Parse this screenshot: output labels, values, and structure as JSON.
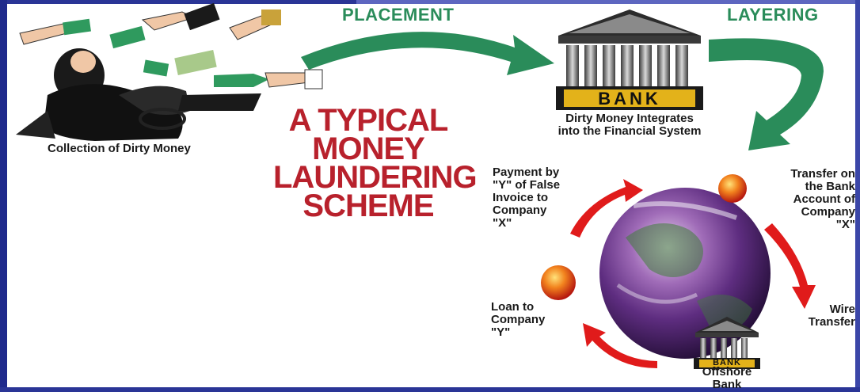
{
  "title_lines": [
    "A TYPICAL",
    "MONEY",
    "LAUNDERING",
    "SCHEME"
  ],
  "steps": {
    "placement": "PLACEMENT",
    "layering": "LAYERING"
  },
  "labels": {
    "collection": "Collection of Dirty Money",
    "integrates_1": "Dirty Money Integrates",
    "integrates_2": "into the Financial System",
    "bank_sign": "BANK",
    "offshore_sign": "BANK",
    "offshore_1": "Offshore",
    "offshore_2": "Bank",
    "transfer": [
      "Transfer on",
      "the Bank",
      "Account of",
      "Company",
      "\"X\""
    ],
    "wire": [
      "Wire",
      "Transfer"
    ],
    "loan": [
      "Loan to",
      "Company",
      "\"Y\""
    ],
    "payment": [
      "Payment by",
      "\"Y\" of False",
      "Invoice to",
      "Company",
      "\"X\""
    ]
  },
  "colors": {
    "title": "#b8212c",
    "arrow_green": "#2a8c5a",
    "cycle_arrow": "#e01b1b",
    "frame": "#1f2a8c"
  }
}
